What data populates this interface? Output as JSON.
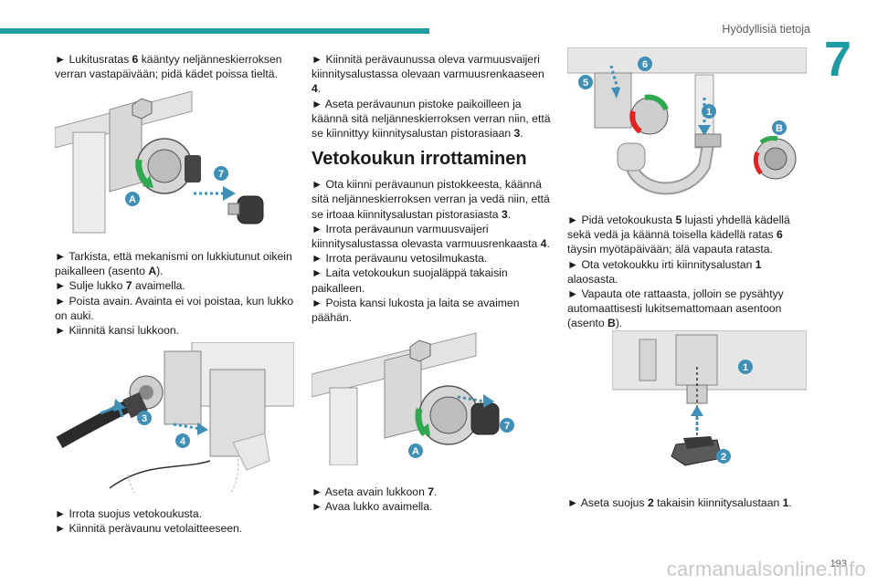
{
  "header": {
    "title": "Hyödyllisiä tietoja",
    "chapter": "7"
  },
  "left": {
    "p1": {
      "a": "► Lukitusratas ",
      "b": "6",
      "c": " kääntyy neljänneskierroksen verran vastapäivään; pidä kädet poissa tieltä."
    },
    "fig1": {
      "label7": "7",
      "labelA": "A"
    },
    "p2": {
      "line1a": "► Tarkista, että mekanismi on lukkiutunut oikein paikalleen (asento ",
      "line1b": "A",
      "line1c": ").",
      "line2a": "► Sulje lukko ",
      "line2b": "7",
      "line2c": " avaimella.",
      "line3": "► Poista avain. Avainta ei voi poistaa, kun lukko on auki.",
      "line4": "► Kiinnitä kansi lukkoon."
    },
    "fig2": {
      "label3": "3",
      "label4": "4"
    },
    "p3": {
      "line1": "► Irrota suojus vetokoukusta.",
      "line2": "► Kiinnitä perävaunu vetolaitteeseen."
    }
  },
  "middle": {
    "p1": {
      "l1a": "► Kiinnitä perävaunussa oleva varmuusvaijeri kiinnitysalustassa olevaan varmuusrenkaaseen ",
      "l1b": "4",
      "l1c": ".",
      "l2a": "► Aseta perävaunun pistoke paikoilleen ja käännä sitä neljänneskierroksen verran niin, että se kiinnittyy kiinnitysalustan pistorasiaan ",
      "l2b": "3",
      "l2c": "."
    },
    "heading": "Vetokoukun irrottaminen",
    "p2": {
      "l1a": "► Ota kiinni perävaunun pistokkeesta, käännä sitä neljänneskierroksen verran ja vedä niin, että se irtoaa kiinnitysalustan pistorasiasta ",
      "l1b": "3",
      "l1c": ".",
      "l2a": "► Irrota perävaunun varmuusvaijeri kiinnitysalustassa olevasta varmuusrenkaasta ",
      "l2b": "4",
      "l2c": ".",
      "l3": "► Irrota perävaunu vetosilmukasta.",
      "l4": "► Laita vetokoukun suojaläppä takaisin paikalleen.",
      "l5": "► Poista kansi lukosta ja laita se avaimen päähän."
    },
    "fig3": {
      "label7": "7",
      "labelA": "A"
    },
    "p3": {
      "l1a": "► Aseta avain lukkoon ",
      "l1b": "7",
      "l1c": ".",
      "l2": "► Avaa lukko avaimella."
    }
  },
  "right": {
    "fig4": {
      "label5": "5",
      "label6": "6",
      "label1": "1",
      "labelB": "B"
    },
    "p1": {
      "l1a": "► Pidä vetokoukusta ",
      "l1b": "5",
      "l1c": " lujasti yhdellä kädellä sekä vedä ja käännä toisella kädellä ratas ",
      "l1d": "6",
      "l1e": " täysin myötäpäivään; älä vapauta ratasta.",
      "l2a": "► Ota vetokoukku irti kiinnitysalustan ",
      "l2b": "1",
      "l2c": " alaosasta.",
      "l3a": "► Vapauta ote rattaasta, jolloin se pysähtyy automaattisesti lukitsemattomaan asentoon (asento ",
      "l3b": "B",
      "l3c": ")."
    },
    "fig5": {
      "label1": "1",
      "label2": "2"
    },
    "p2": {
      "l1a": "► Aseta suojus ",
      "l1b": "2",
      "l1c": " takaisin kiinnitysalustaan ",
      "l1d": "1",
      "l1e": "."
    }
  },
  "footer": {
    "page": "193",
    "watermark": "carmanualsonline.info"
  },
  "colors": {
    "accent": "#1f9ba3",
    "callout": "#3f8fb7",
    "green": "#2fa84f",
    "red": "#e02424"
  }
}
